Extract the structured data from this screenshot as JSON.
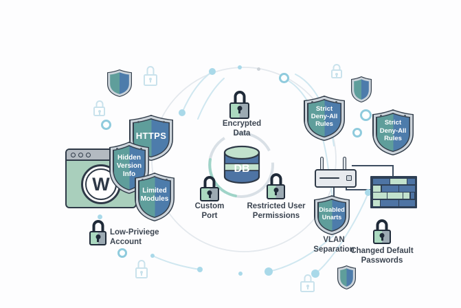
{
  "browser_window": {
    "logo": "W"
  },
  "database": {
    "label": "DB"
  },
  "shields": {
    "https": {
      "lines": [
        "HTTPS"
      ]
    },
    "hidden_version": {
      "lines": [
        "Hidden",
        "Version",
        "Info"
      ]
    },
    "limited_modules": {
      "lines": [
        "Limited",
        "Modules"
      ]
    },
    "deny_all_left": {
      "lines": [
        "Strict",
        "Deny-All",
        "Rules"
      ]
    },
    "deny_all_right": {
      "lines": [
        "Strict",
        "Deny-All",
        "Rules"
      ]
    },
    "disabled_ports": {
      "lines": [
        "Disabled",
        "Unarts"
      ]
    }
  },
  "labels": {
    "encrypted_data": {
      "lines": [
        "Encrypted",
        "Data"
      ]
    },
    "custom_port": {
      "lines": [
        "Custom",
        "Port"
      ]
    },
    "restricted_user_permissions": {
      "lines": [
        "Restricted User",
        "Permissions"
      ]
    },
    "low_privilege_account": {
      "lines": [
        "Low-Priviege",
        "Account"
      ]
    },
    "vlan_separation": {
      "lines": [
        "VLAN",
        "Separation"
      ]
    },
    "changed_default_passwords": {
      "lines": [
        "Changed Default",
        "Passwords"
      ]
    }
  },
  "firewall": {
    "rows": [
      [
        {
          "c": "blue",
          "w": 42
        },
        {
          "c": "green",
          "w": 40
        },
        {
          "c": "blue",
          "w": 18
        }
      ],
      [
        {
          "c": "green",
          "w": 20
        },
        {
          "c": "blue",
          "w": 42
        },
        {
          "c": "blue",
          "w": 38
        }
      ],
      [
        {
          "c": "green",
          "w": 36
        },
        {
          "c": "green",
          "w": 38
        },
        {
          "c": "green",
          "w": 16
        },
        {
          "c": "blue",
          "w": 10
        }
      ],
      [
        {
          "c": "green",
          "w": 18
        },
        {
          "c": "blue",
          "w": 44
        },
        {
          "c": "blue",
          "w": 38
        }
      ]
    ]
  },
  "colors": {
    "bg": "#fdfdfe",
    "ink": "#2e3947",
    "label_text": "#3b4450",
    "shield_left": "#5f9e9b",
    "shield_right": "#4d7cab",
    "shield_band": "#ccd4db",
    "shield_dark": "#333e4b",
    "lock_green": "#abd9c0",
    "lock_gray": "#9caab3",
    "lock_dark": "#1f2a38",
    "window_green": "#a9cfbc",
    "window_bar": "#b3bac1",
    "brick_blue": "#4e74a4",
    "brick_green": "#c2e2cd",
    "mortar": "#2e3f54",
    "router_fill": "#e7eaee",
    "net_line": "#cfe7f0",
    "net_dot": "#a9d9e9",
    "ring_stroke": "#8fcbdd",
    "big_circle": "#e3e8ed",
    "db_ring": "#d9e0e6",
    "db_ring_teal": "#9fd4c8",
    "connector": "#3c4c60",
    "faint_lock": "#c9e2ec"
  }
}
